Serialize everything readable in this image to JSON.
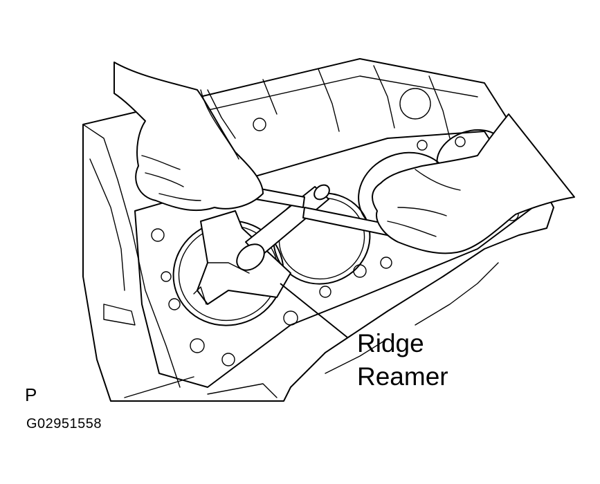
{
  "callout": {
    "line1": "Ridge",
    "line2": "Reamer"
  },
  "view_letter": "P",
  "figure_id": "G02951558"
}
